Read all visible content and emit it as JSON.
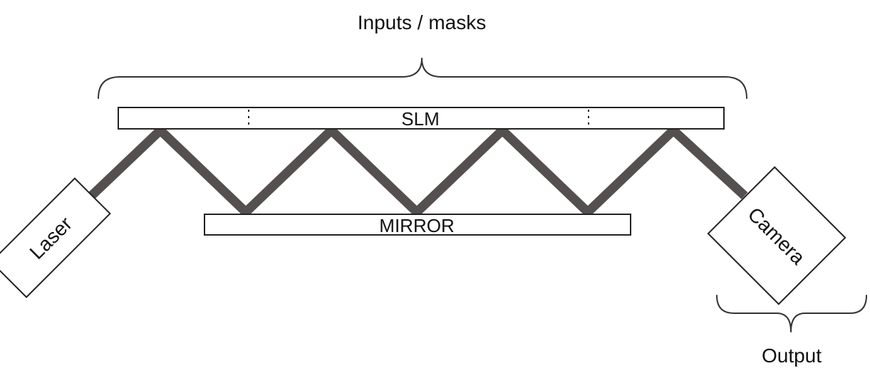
{
  "labels": {
    "inputs_masks": "Inputs / masks",
    "slm": "SLM",
    "mirror": "MIRROR",
    "laser": "Laser",
    "camera": "Camera",
    "output": "Output"
  },
  "colors": {
    "beam": "#555050",
    "outline": "#222222",
    "text": "#111111",
    "background": "#ffffff"
  }
}
